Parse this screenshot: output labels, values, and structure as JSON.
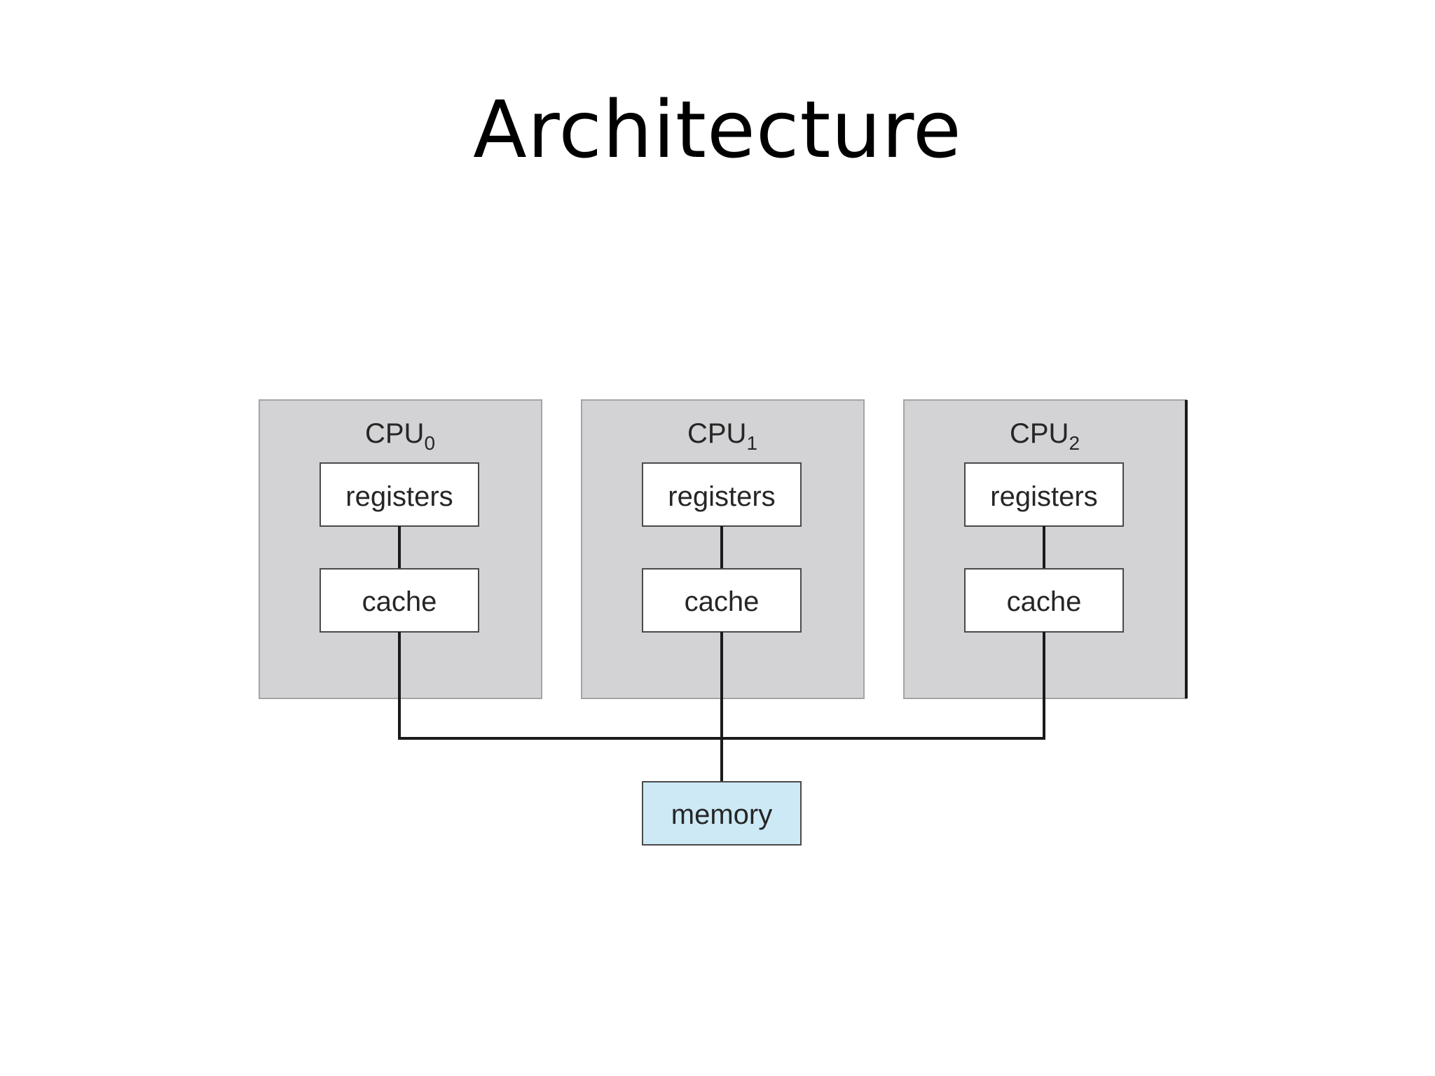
{
  "title": "Architecture",
  "cpus": [
    {
      "name": "CPU",
      "index": "0",
      "registers": "registers",
      "cache": "cache"
    },
    {
      "name": "CPU",
      "index": "1",
      "registers": "registers",
      "cache": "cache"
    },
    {
      "name": "CPU",
      "index": "2",
      "registers": "registers",
      "cache": "cache"
    }
  ],
  "memory": {
    "label": "memory",
    "color": "#cde9f6"
  },
  "colors": {
    "cpu_fill": "#d3d3d5",
    "box_fill": "#ffffff",
    "wire": "#1a1a1a"
  }
}
